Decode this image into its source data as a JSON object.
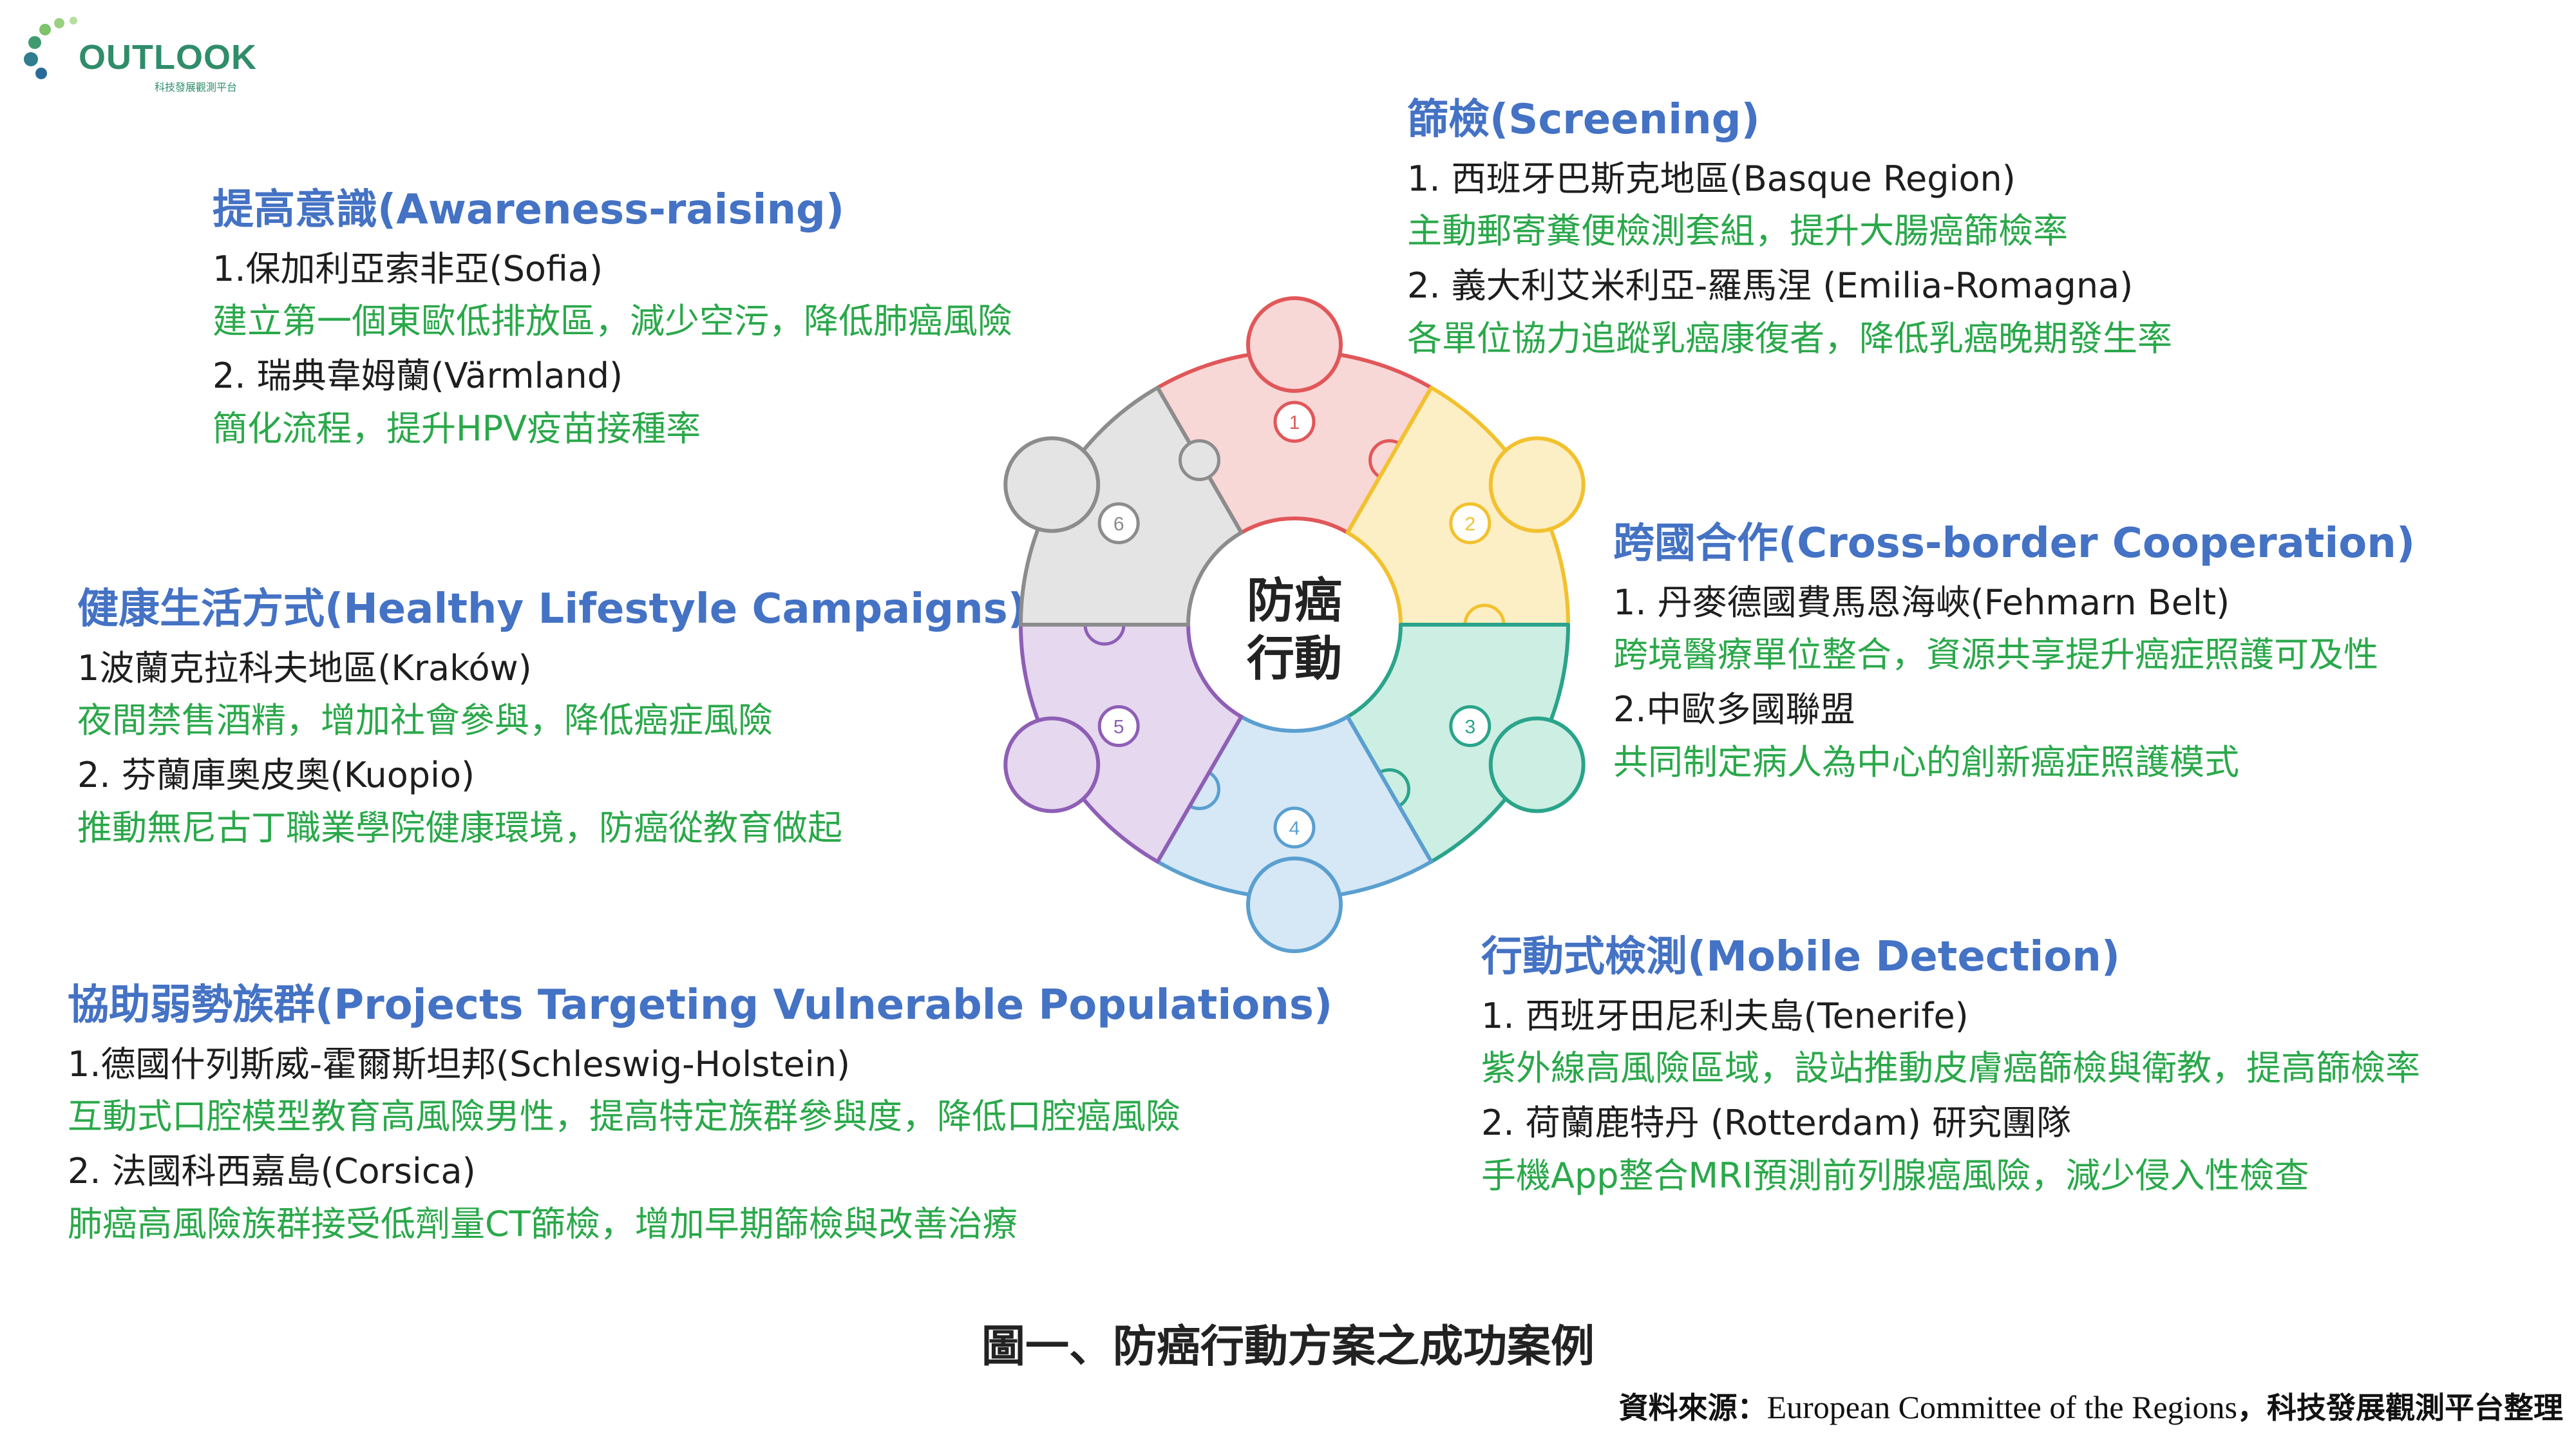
{
  "logo": {
    "text": "OUTLOOK",
    "subtitle": "科技發展觀測平台"
  },
  "sections": {
    "screening": {
      "heading": "篩檢(Screening)",
      "items": [
        {
          "title": "1. 西班牙巴斯克地區(Basque Region)",
          "desc": "主動郵寄糞便檢測套組，提升大腸癌篩檢率"
        },
        {
          "title": "2. 義大利艾米利亞-羅馬涅 (Emilia-Romagna)",
          "desc": "各單位協力追蹤乳癌康復者，降低乳癌晚期發生率"
        }
      ]
    },
    "awareness": {
      "heading": "提高意識(Awareness-raising)",
      "items": [
        {
          "title": "1.保加利亞索非亞(Sofia)",
          "desc": "建立第一個東歐低排放區，減少空污，降低肺癌風險"
        },
        {
          "title": "2. 瑞典韋姆蘭(Värmland)",
          "desc": "簡化流程，提升HPV疫苗接種率"
        }
      ]
    },
    "crossborder": {
      "heading": "跨國合作(Cross-border Cooperation)",
      "items": [
        {
          "title": "1. 丹麥德國費馬恩海峽(Fehmarn Belt)",
          "desc": "跨境醫療單位整合，資源共享提升癌症照護可及性"
        },
        {
          "title": "2.中歐多國聯盟",
          "desc": "共同制定病人為中心的創新癌症照護模式"
        }
      ]
    },
    "healthy": {
      "heading": "健康生活方式(Healthy Lifestyle Campaigns)",
      "items": [
        {
          "title": "1波蘭克拉科夫地區(Kraków)",
          "desc": "夜間禁售酒精，增加社會參與，降低癌症風險"
        },
        {
          "title": "2. 芬蘭庫奧皮奧(Kuopio)",
          "desc": "推動無尼古丁職業學院健康環境，防癌從教育做起"
        }
      ]
    },
    "mobile": {
      "heading": "行動式檢測(Mobile Detection)",
      "items": [
        {
          "title": "1. 西班牙田尼利夫島(Tenerife)",
          "desc": "紫外線高風險區域，設站推動皮膚癌篩檢與衛教，提高篩檢率"
        },
        {
          "title": "2. 荷蘭鹿特丹 (Rotterdam) 研究團隊",
          "desc": "手機App整合MRI預測前列腺癌風險，減少侵入性檢查"
        }
      ]
    },
    "vulnerable": {
      "heading": "協助弱勢族群(Projects Targeting Vulnerable Populations)",
      "items": [
        {
          "title": "1.德國什列斯威-霍爾斯坦邦(Schleswig-Holstein)",
          "desc": "互動式口腔模型教育高風險男性，提高特定族群參與度，降低口腔癌風險"
        },
        {
          "title": "2. 法國科西嘉島(Corsica)",
          "desc": "肺癌高風險族群接受低劑量CT篩檢，增加早期篩檢與改善治療"
        }
      ]
    }
  },
  "diagram": {
    "center_line1": "防癌",
    "center_line2": "行動",
    "segments": [
      {
        "number": "1",
        "color": "#e15759",
        "fill": "#f8d7d7"
      },
      {
        "number": "2",
        "color": "#f2c12e",
        "fill": "#fdefc5"
      },
      {
        "number": "3",
        "color": "#2aa48a",
        "fill": "#cdeee2"
      },
      {
        "number": "4",
        "color": "#5a9fd0",
        "fill": "#d6e8f5"
      },
      {
        "number": "5",
        "color": "#8e5fb5",
        "fill": "#e5d8ef"
      },
      {
        "number": "6",
        "color": "#8c8c8c",
        "fill": "#e4e4e4"
      }
    ]
  },
  "caption": "圖一、防癌行動方案之成功案例",
  "source": {
    "label": "資料來源：",
    "text": "European Committee of the Regions",
    "suffix": "，科技發展觀測平台整理"
  }
}
